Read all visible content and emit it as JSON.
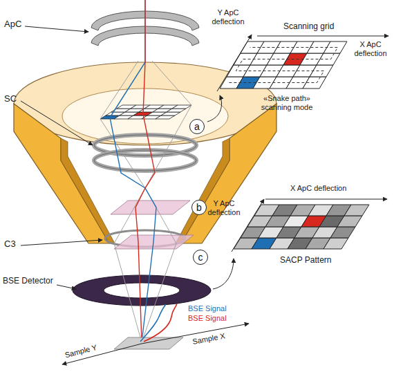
{
  "diagram": {
    "nodes": [
      {
        "text": [
          "a"
        ]
      },
      {
        "text": [
          "b"
        ]
      },
      {
        "text": [
          "c"
        ]
      }
    ],
    "labels": [
      "ApC",
      "Y ApC deflection",
      "Scanning grid",
      "X ApC deflection",
      "«Snake path» scanning mode",
      "SC",
      "C3",
      "X ApC deflection",
      "Y ApC deflection",
      "SACP Pattern",
      "BSE Detector",
      "BSE Signal",
      "BSE Signal",
      "Sample Y",
      "Sample X"
    ]
  }
}
